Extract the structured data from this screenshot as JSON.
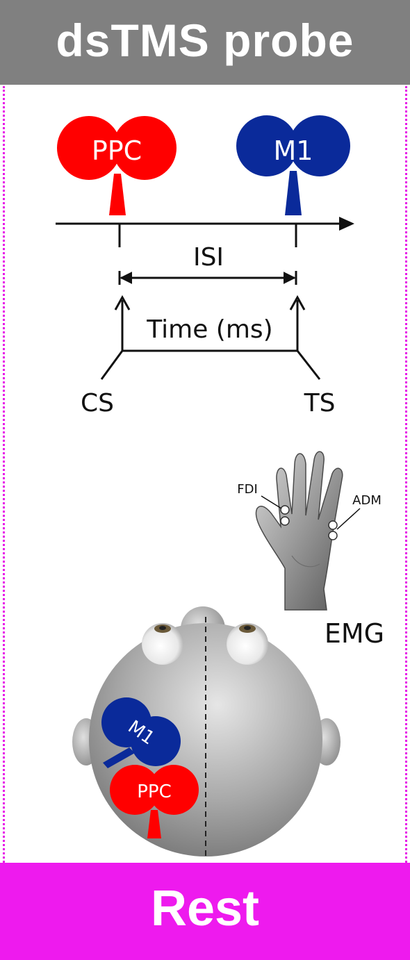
{
  "header": {
    "title": "dsTMS probe"
  },
  "footer": {
    "title": "Rest"
  },
  "timeline": {
    "conditioning_coil_label": "PPC",
    "test_coil_label": "M1",
    "interval_label": "ISI",
    "axis_label": "Time (ms)",
    "cs_label": "CS",
    "ts_label": "TS"
  },
  "hand": {
    "fdi_label": "FDI",
    "adm_label": "ADM",
    "emg_label": "EMG"
  },
  "head": {
    "m1_coil_label": "M1",
    "ppc_coil_label": "PPC"
  },
  "colors": {
    "header_bg": "#808080",
    "footer_bg": "#ee1aee",
    "ppc": "#ff0000",
    "m1": "#0a2a9a",
    "border": "#e817e8"
  }
}
